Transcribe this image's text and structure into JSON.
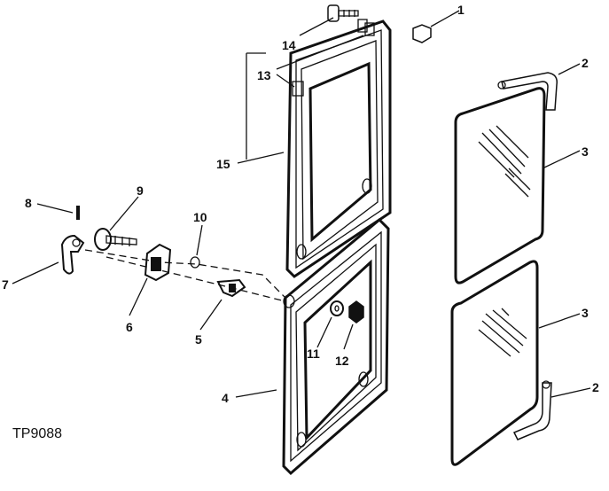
{
  "figure_id": "TP9088",
  "callouts": [
    "1",
    "2",
    "3",
    "3",
    "2",
    "4",
    "5",
    "6",
    "7",
    "8",
    "9",
    "10",
    "11",
    "12",
    "13",
    "14",
    "15"
  ]
}
